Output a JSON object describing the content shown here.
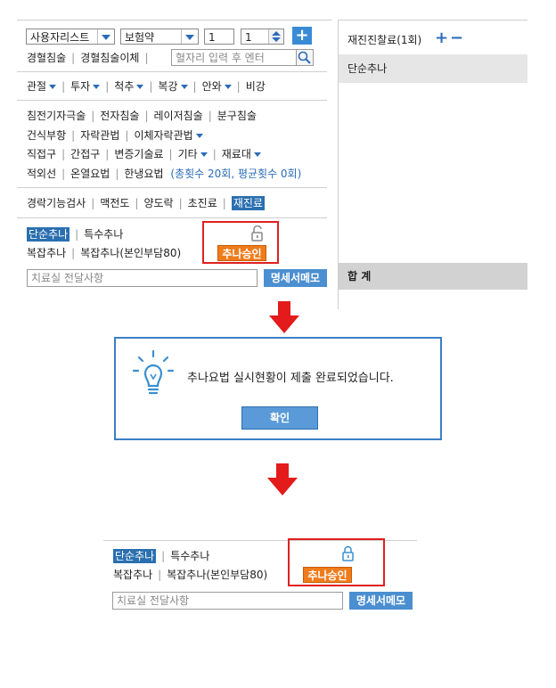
{
  "top_panel": {
    "user_list_select": "사용자리스트",
    "insurance_select": "보험약",
    "qty_input": "1",
    "spin_value": "1",
    "row1": [
      "경혈침술",
      "경혈침술이체"
    ],
    "acupoint_placeholder": "혈자리 입력 후 엔터",
    "row2": [
      "관절",
      "투자",
      "척추",
      "복강",
      "안와",
      "비강"
    ],
    "row3": [
      "침전기자극술",
      "전자침술",
      "레이저침술",
      "분구침술"
    ],
    "row4": [
      "건식부항",
      "자락관법",
      "이체자락관법"
    ],
    "row5": [
      "직접구",
      "간접구",
      "변증기술료",
      "기타",
      "재료대"
    ],
    "row6": [
      "적외선",
      "온열요법",
      "한냉요법"
    ],
    "row6_note": "(총횟수 20회, 평균횟수 0회)",
    "row7": [
      "경락기능검사",
      "맥전도",
      "양도락",
      "초진료"
    ],
    "row7_selected": "재진료",
    "chuna_row1_selected": "단순추나",
    "chuna_row1_other": "특수추나",
    "chuna_row2": [
      "복잡추나",
      "복잡추나(본인부담80)"
    ],
    "chuna_approve": "추나승인",
    "treatment_placeholder": "치료실 전달사항",
    "memo_button": "명세서메모"
  },
  "right_panel": {
    "title": "재진진찰료(1회)",
    "plus": "+",
    "minus": "−",
    "item": "단순추나",
    "total_label": "합 계"
  },
  "dialog": {
    "message": "추나요법 실시현황이 제출 완료되었습니다.",
    "ok_button": "확인"
  },
  "bottom_panel": {
    "chuna_row1_selected": "단순추나",
    "chuna_row1_other": "특수추나",
    "chuna_row2": [
      "복잡추나",
      "복잡추나(본인부담80)"
    ],
    "chuna_approve": "추나승인",
    "treatment_placeholder": "치료실 전달사항",
    "memo_button": "명세서메모"
  },
  "colors": {
    "accent": "#2b6cb8",
    "orange": "#ef7c1c",
    "highlight": "#e02020"
  }
}
